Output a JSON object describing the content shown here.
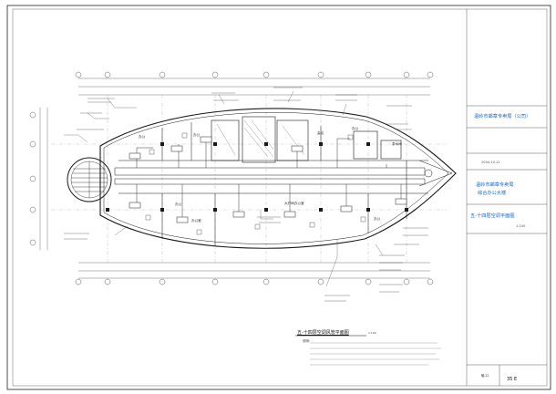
{
  "title_block": {
    "company": "温岭市邮章专卖局（公司）",
    "project_line1": "温岭市邮章专卖局",
    "project_line2": "综合办公大楼",
    "drawing_title": "五-十四层空调平面图",
    "date_label": "2004.10.12",
    "scale": "1:100",
    "sheet_label": "暖-22",
    "sheet_number": "35 E"
  },
  "plan": {
    "title": "五-十四层空调风管平面图",
    "scale": "1:100",
    "notes_heading": "说明：",
    "rooms": [
      "办公",
      "办公",
      "会议",
      "办公",
      "大开间办公室",
      "办公",
      "茶水间",
      "办公室",
      "办公"
    ]
  },
  "colors": {
    "linework": "#1a1a1a",
    "title_text": "#1565c0",
    "duct": "#333333"
  }
}
